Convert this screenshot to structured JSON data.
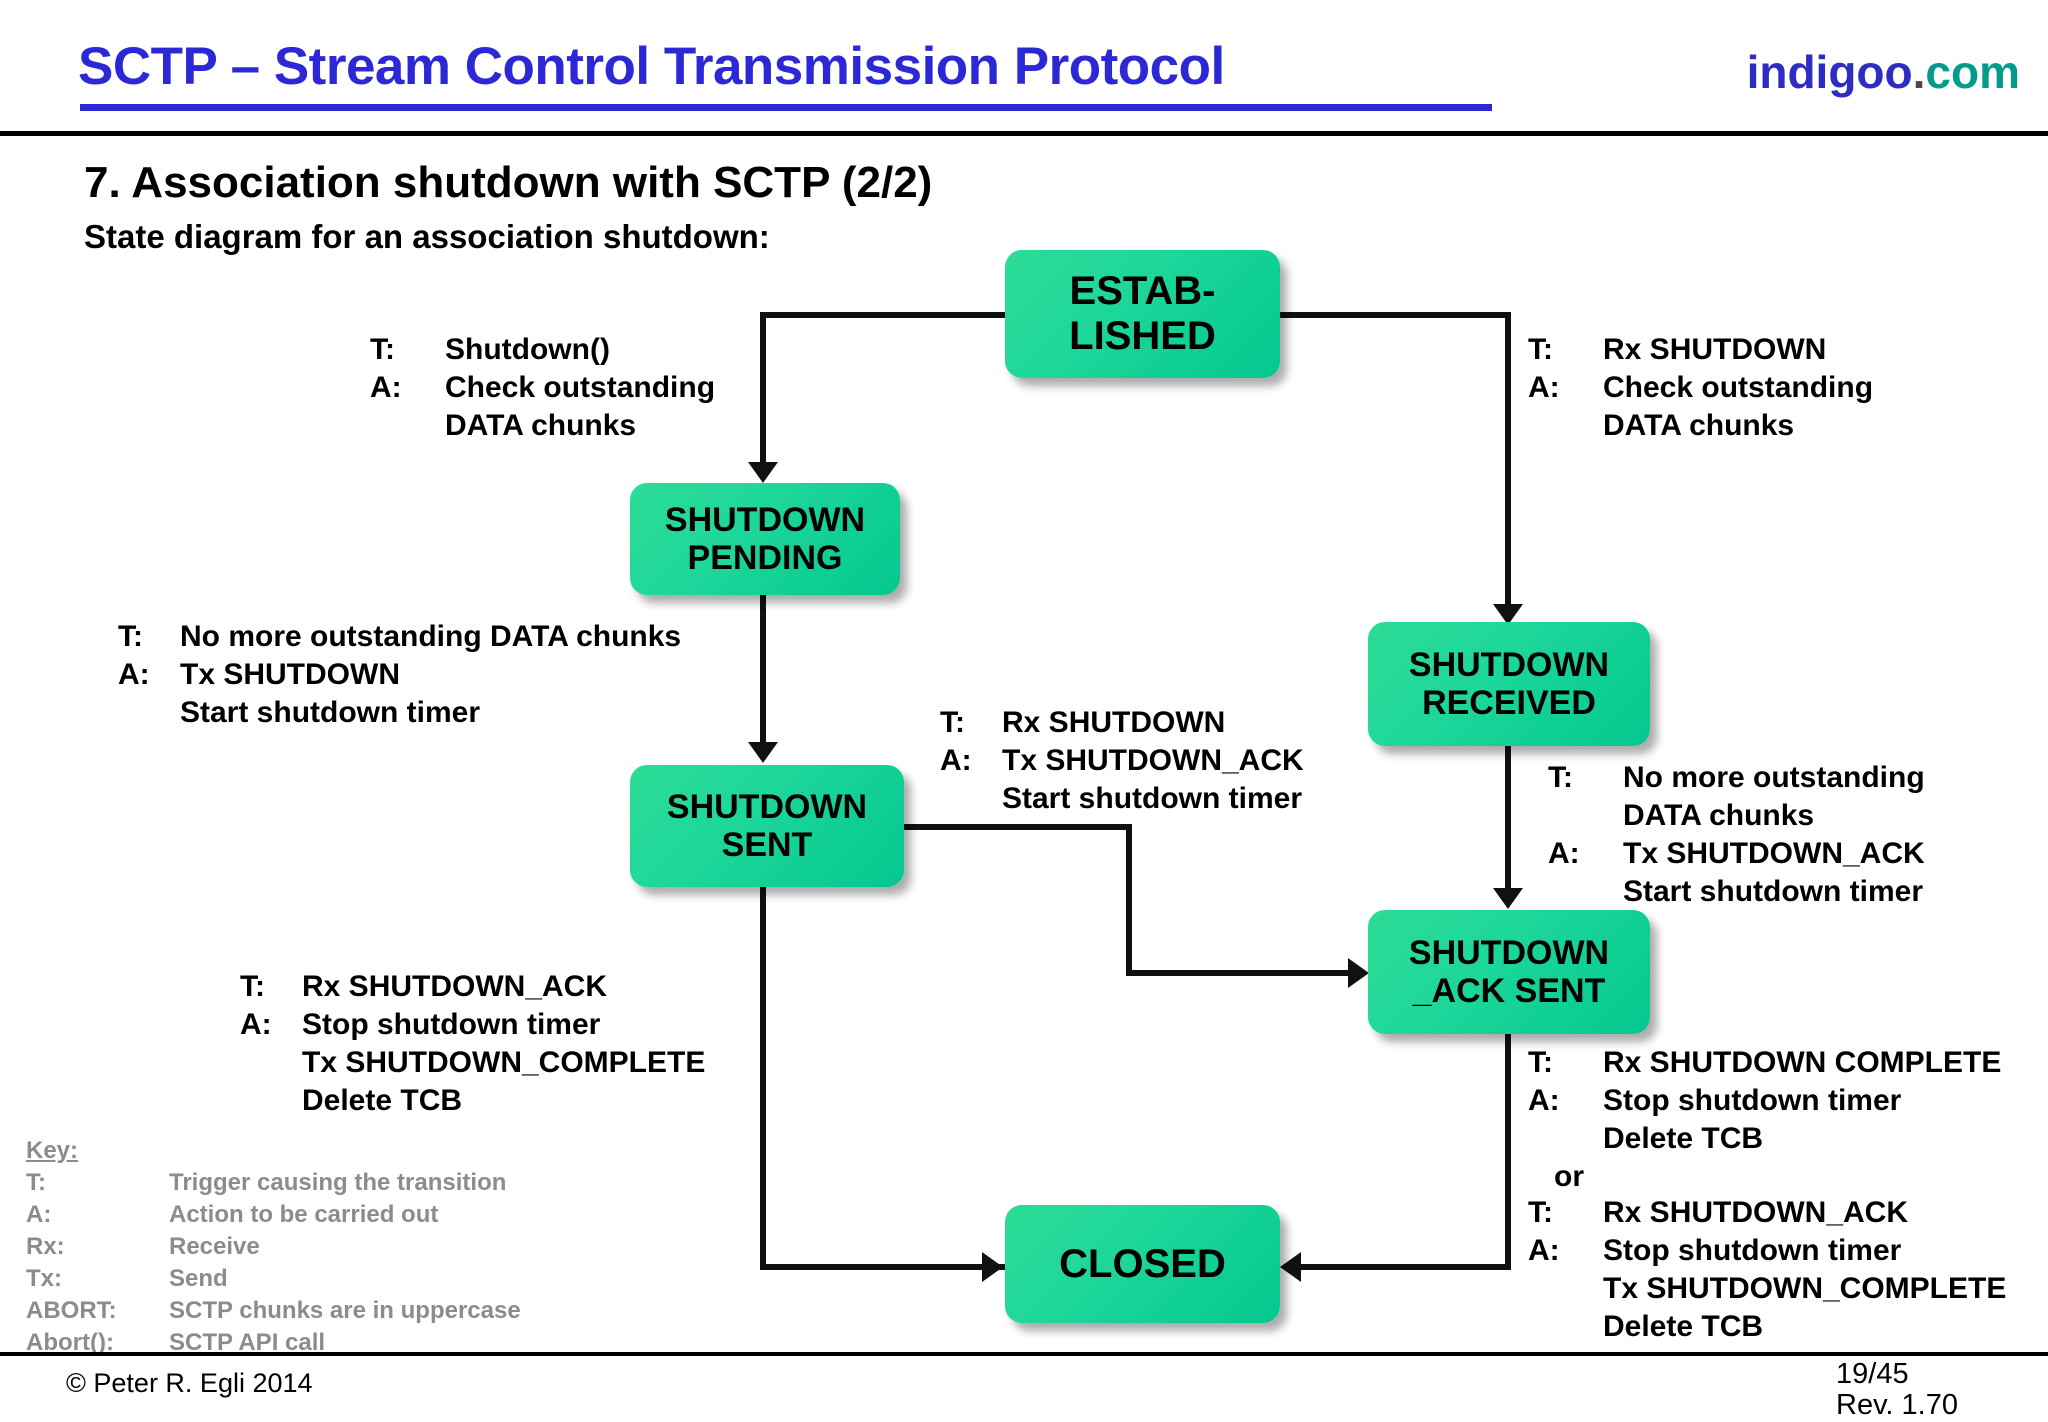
{
  "header": {
    "title": "SCTP – Stream Control Transmission Protocol",
    "logo_primary": "indigoo",
    "logo_dot": ".",
    "logo_suffix": "com",
    "accent_blue": "#2C28D6",
    "accent_teal": "#059B8C"
  },
  "section": {
    "title": "7. Association shutdown with SCTP (2/2)",
    "subtitle": "State diagram for an association shutdown:"
  },
  "diagram": {
    "state_fill": "#1FD79B",
    "states": [
      {
        "id": "established",
        "line1": "ESTAB-",
        "line2": "LISHED"
      },
      {
        "id": "shutdown-pending",
        "line1": "SHUTDOWN",
        "line2": "PENDING"
      },
      {
        "id": "shutdown-sent",
        "line1": "SHUTDOWN",
        "line2": "SENT"
      },
      {
        "id": "shutdown-received",
        "line1": "SHUTDOWN",
        "line2": "RECEIVED"
      },
      {
        "id": "shutdown-ack-sent",
        "line1": "SHUTDOWN",
        "line2": "_ACK SENT"
      },
      {
        "id": "closed",
        "line1": "CLOSED",
        "line2": ""
      }
    ],
    "transitions": [
      {
        "id": "established-to-pending",
        "rows": [
          {
            "label": "T:",
            "text": "Shutdown()"
          },
          {
            "label": "A:",
            "text": "Check outstanding"
          },
          {
            "label": "",
            "text": "DATA chunks"
          }
        ]
      },
      {
        "id": "established-to-received",
        "rows": [
          {
            "label": "T:",
            "text": "Rx SHUTDOWN"
          },
          {
            "label": "A:",
            "text": "Check outstanding"
          },
          {
            "label": "",
            "text": "DATA chunks"
          }
        ]
      },
      {
        "id": "pending-to-sent",
        "rows": [
          {
            "label": "T:",
            "text": "No more outstanding DATA chunks"
          },
          {
            "label": "A:",
            "text": "Tx SHUTDOWN"
          },
          {
            "label": "",
            "text": "Start shutdown timer"
          }
        ]
      },
      {
        "id": "sent-to-ack-sent",
        "rows": [
          {
            "label": "T:",
            "text": "Rx SHUTDOWN"
          },
          {
            "label": "A:",
            "text": "Tx SHUTDOWN_ACK"
          },
          {
            "label": "",
            "text": "Start shutdown timer"
          }
        ]
      },
      {
        "id": "received-to-ack-sent",
        "rows": [
          {
            "label": "T:",
            "text": "No more outstanding"
          },
          {
            "label": "",
            "text": "DATA chunks"
          },
          {
            "label": "A:",
            "text": "Tx SHUTDOWN_ACK"
          },
          {
            "label": "",
            "text": "Start shutdown timer"
          }
        ]
      },
      {
        "id": "sent-to-closed",
        "rows": [
          {
            "label": "T:",
            "text": "Rx SHUTDOWN_ACK"
          },
          {
            "label": "A:",
            "text": "Stop shutdown timer"
          },
          {
            "label": "",
            "text": "Tx SHUTDOWN_COMPLETE"
          },
          {
            "label": "",
            "text": "Delete TCB"
          }
        ]
      },
      {
        "id": "ack-sent-to-closed",
        "or_label": "or",
        "rows_a": [
          {
            "label": "T:",
            "text": "Rx SHUTDOWN COMPLETE"
          },
          {
            "label": "A:",
            "text": "Stop shutdown timer"
          },
          {
            "label": "",
            "text": "Delete TCB"
          }
        ],
        "rows_b": [
          {
            "label": "T:",
            "text": "Rx SHUTDOWN_ACK"
          },
          {
            "label": "A:",
            "text": "Stop shutdown timer"
          },
          {
            "label": "",
            "text": "Tx SHUTDOWN_COMPLETE"
          },
          {
            "label": "",
            "text": "Delete TCB"
          }
        ]
      }
    ]
  },
  "key": {
    "heading": "Key:",
    "rows": [
      {
        "term": "T:",
        "desc": "Trigger causing the transition"
      },
      {
        "term": "A:",
        "desc": "Action to be carried out"
      },
      {
        "term": "Rx:",
        "desc": "Receive"
      },
      {
        "term": "Tx:",
        "desc": "Send"
      },
      {
        "term": "ABORT:",
        "desc": "SCTP chunks are in uppercase"
      },
      {
        "term": "Abort():",
        "desc": "SCTP API call"
      }
    ]
  },
  "footer": {
    "copyright": "© Peter R. Egli 2014",
    "page": "19/45",
    "revision": "Rev. 1.70"
  }
}
